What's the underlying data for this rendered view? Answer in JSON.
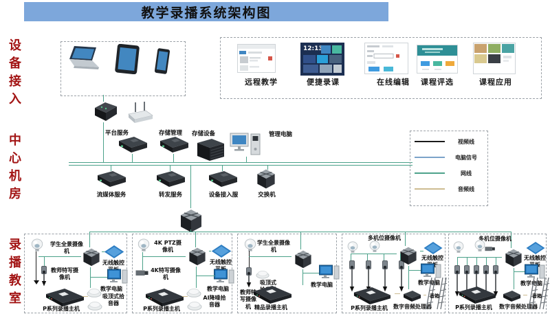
{
  "title": "教学录播系统架构图",
  "side_labels": {
    "access": "设备接入",
    "machine_room": "中心机房",
    "classroom": "录播教室"
  },
  "apps": {
    "clock": "12:13",
    "items": [
      {
        "label": "远程教学"
      },
      {
        "label": "便捷录课"
      },
      {
        "label": "在线编辑"
      },
      {
        "label": "课程评选"
      },
      {
        "label": "课程应用"
      }
    ]
  },
  "machine_room": {
    "top_row": [
      {
        "label": "平台服务"
      },
      {
        "label": "存储管理"
      },
      {
        "label": "存储设备"
      },
      {
        "label": "管理电脑"
      }
    ],
    "bottom_row": [
      {
        "label": "流媒体服务"
      },
      {
        "label": "转发服务"
      },
      {
        "label": "设备接入服"
      },
      {
        "label": "交换机"
      }
    ]
  },
  "legend": {
    "items": [
      {
        "label": "视频线",
        "color": "#1a1a1a"
      },
      {
        "label": "电脑信号",
        "color": "#7ba3c9"
      },
      {
        "label": "网线",
        "color": "#4da28a"
      },
      {
        "label": "音频线",
        "color": "#cdbb90"
      }
    ]
  },
  "classrooms": [
    {
      "devices": [
        {
          "label": "学生全景摄像机"
        },
        {
          "label": "教师特写摄像机"
        },
        {
          "label": "无线触控平板"
        },
        {
          "label": "教学电脑"
        },
        {
          "label": "P系列录播主机"
        },
        {
          "label": "吸顶式拾音器"
        }
      ]
    },
    {
      "devices": [
        {
          "label": "4K PTZ摄像机"
        },
        {
          "label": "4K特写摄像机"
        },
        {
          "label": "无线触控平板"
        },
        {
          "label": "教学电脑"
        },
        {
          "label": "P系列录播主机"
        },
        {
          "label": "AI降噪拾音器"
        }
      ]
    },
    {
      "devices": [
        {
          "label": "学生全景摄像机"
        },
        {
          "label": "教师特写摄像机"
        },
        {
          "label": "吸顶式拾音器"
        },
        {
          "label": "教学电脑"
        },
        {
          "label": "精品录播主机"
        }
      ]
    },
    {
      "devices": [
        {
          "label": "多机位摄像机"
        },
        {
          "label": "无线触控平板"
        },
        {
          "label": "教学电脑"
        },
        {
          "label": "P系列录播主机"
        },
        {
          "label": "数字音频处理器"
        },
        {
          "label": "音箱"
        }
      ]
    },
    {
      "devices": [
        {
          "label": "多机位摄像机"
        },
        {
          "label": "无线触控平板"
        },
        {
          "label": "教学电脑"
        },
        {
          "label": "P系列录播主机"
        },
        {
          "label": "数字音频处理器"
        },
        {
          "label": "音箱"
        }
      ]
    }
  ],
  "palette": {
    "title_bar": "#7da7db",
    "section_text": "#a21414",
    "network_line": "#4aa189",
    "audio_line": "#cdbb90",
    "accent_blue": "#2d7dc2"
  }
}
